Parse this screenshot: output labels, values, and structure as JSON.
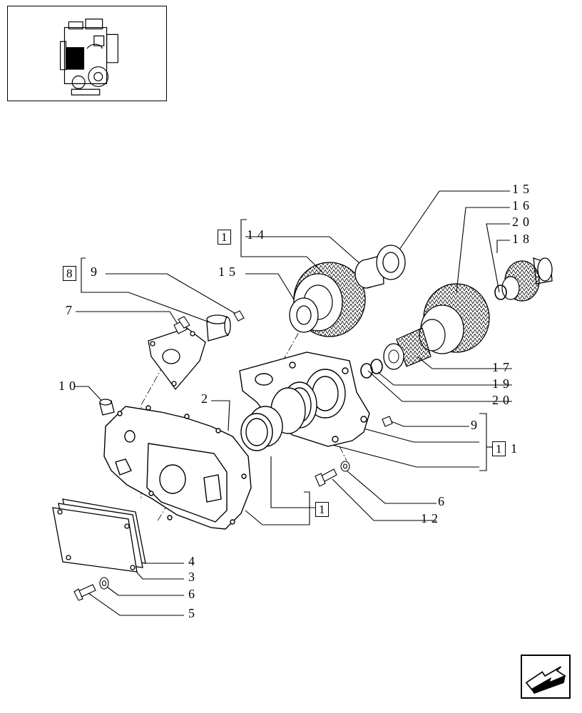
{
  "labels": {
    "l1": "1",
    "l2": "2",
    "l3": "3",
    "l4": "4",
    "l5": "5",
    "l6a": "6",
    "l6b": "6",
    "l7": "7",
    "l9a": "9",
    "l9b": "9",
    "l10": "10",
    "l12": "12",
    "l14": "14",
    "l15a": "15",
    "l15b": "15",
    "l16": "16",
    "l17": "17",
    "l18": "18",
    "l19": "19",
    "l20a": "20",
    "l20b": "20"
  },
  "refs": {
    "r1": "1",
    "r8": "8",
    "r11": "1",
    "r13": "1"
  },
  "colors": {
    "ink": "#000000",
    "fill": "#ffffff",
    "shade": "#1a1a1a"
  },
  "icons": {
    "nav": "next-page-arrow-icon",
    "thumb": "engine-thumbnail-icon"
  }
}
